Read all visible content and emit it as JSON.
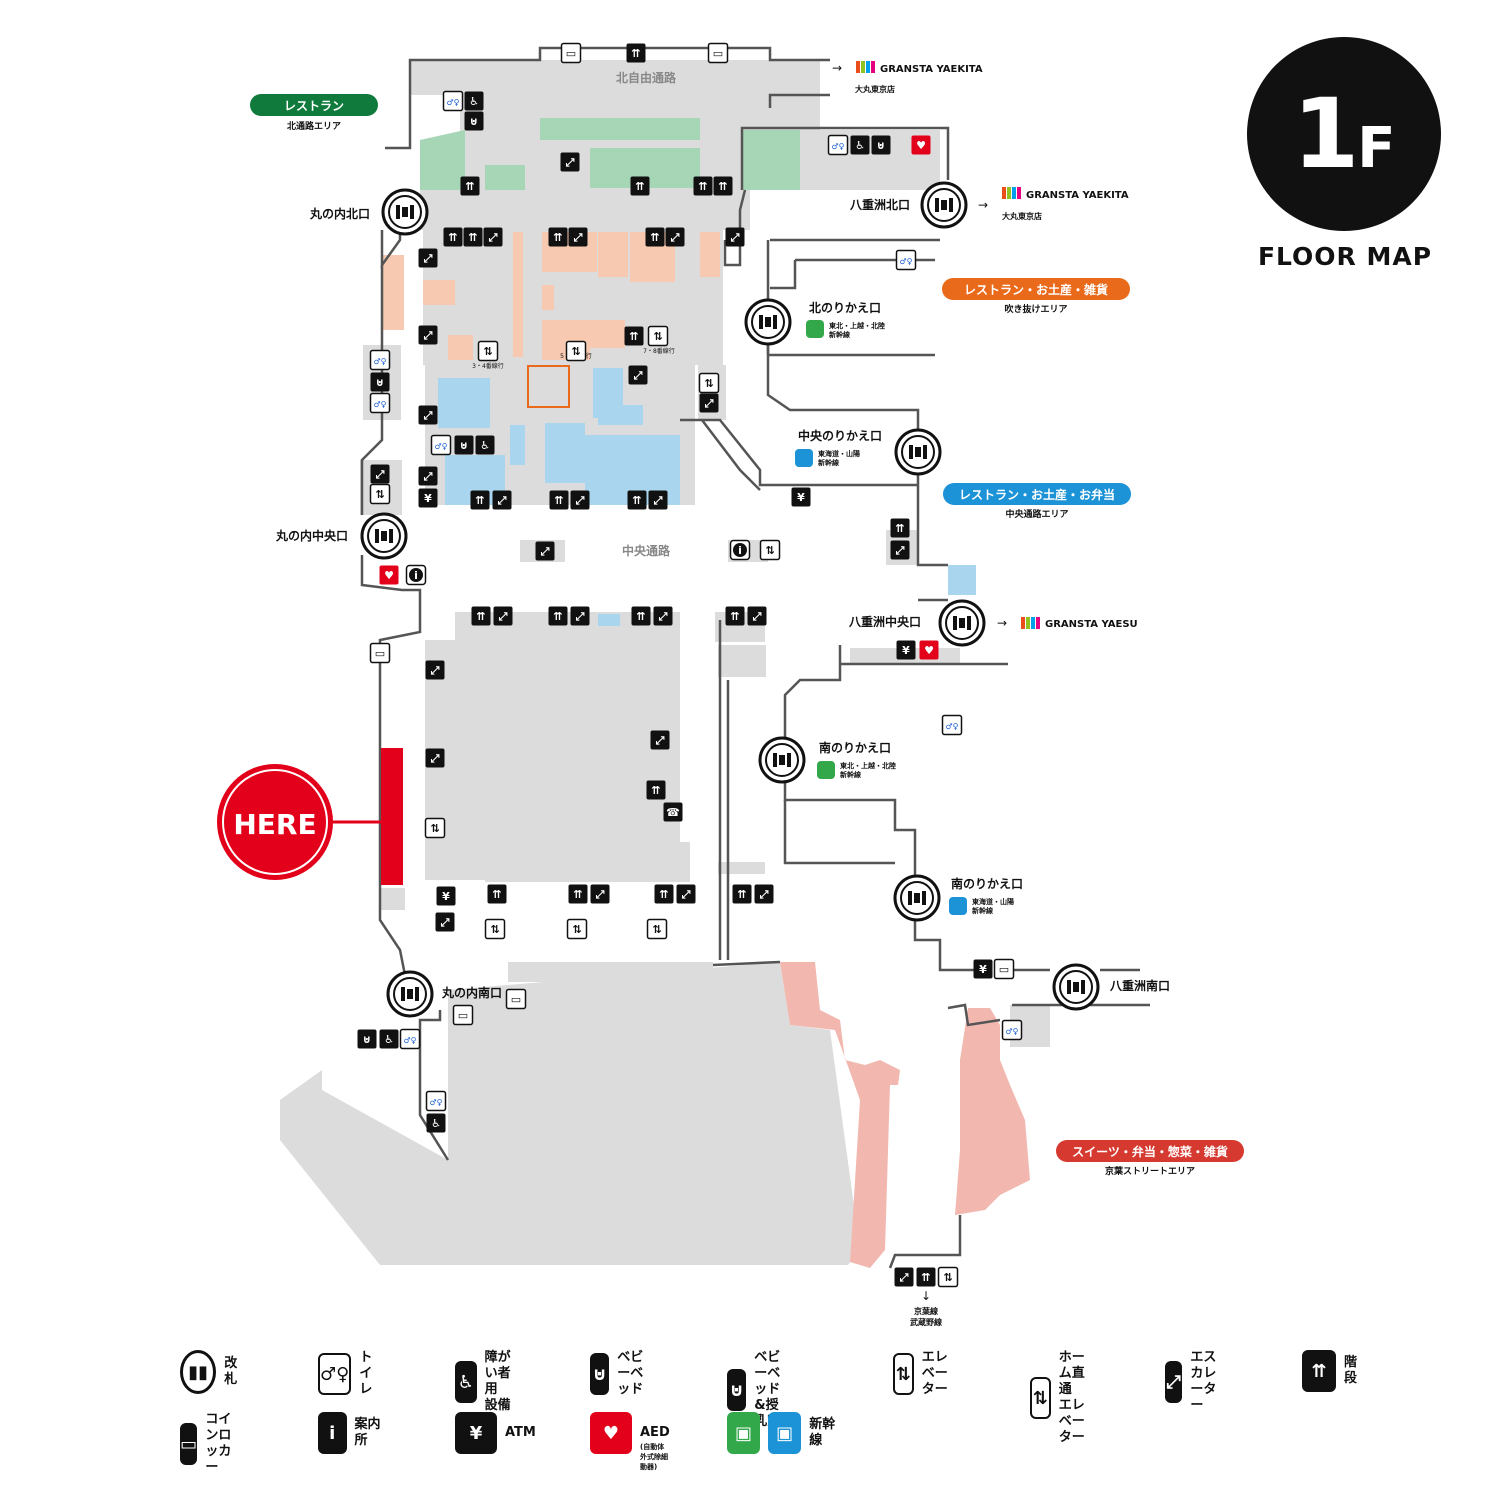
{
  "floor": {
    "number": "1",
    "unit": "F",
    "title": "FLOOR MAP"
  },
  "here": "HERE",
  "corridors": {
    "north": "北自由通路",
    "central": "中央通路"
  },
  "gates": {
    "marunouchi_north": "丸の内北口",
    "marunouchi_central": "丸の内中央口",
    "marunouchi_south": "丸の内南口",
    "yaesu_north": "八重洲北口",
    "yaesu_central": "八重洲中央口",
    "yaesu_south": "八重洲南口",
    "north_transfer": "北のりかえ口",
    "central_transfer": "中央のりかえ口",
    "south_transfer_1": "南のりかえ口",
    "south_transfer_2": "南のりかえ口"
  },
  "shinkansen": {
    "north_transfer": [
      "東北・上越・北陸",
      "新幹線"
    ],
    "central_transfer": [
      "東海道・山陽",
      "新幹線"
    ],
    "south_transfer_1": [
      "東北・上越・北陸",
      "新幹線"
    ],
    "south_transfer_2": [
      "東海道・山陽",
      "新幹線"
    ]
  },
  "external": {
    "granstay_yaekita_1": "GRANSTA YAEKITA",
    "daimaru_1": "大丸東京店",
    "granstay_yaekita_2": "GRANSTA YAEKITA",
    "daimaru_2": "大丸東京店",
    "granstay_yaesu": "GRANSTA YAESU",
    "keiyo": [
      "京葉線",
      "武蔵野線"
    ]
  },
  "areas": [
    {
      "label": "レストラン",
      "sub": "北通路エリア",
      "color": "#0f7a3c"
    },
    {
      "label": "レストラン・お土産・雑貨",
      "sub": "吹き抜けエリア",
      "color": "#ea6a1b"
    },
    {
      "label": "レストラン・お土産・お弁当",
      "sub": "中央通路エリア",
      "color": "#1c93d6"
    },
    {
      "label": "スイーツ・弁当・惣菜・雑貨",
      "sub": "京葉ストリートエリア",
      "color": "#d6392f"
    }
  ],
  "platform_elevators": [
    "3・4番線行",
    "5・6番線行",
    "7・8番線行"
  ],
  "legend": [
    {
      "icon": "ticket-gate-icon",
      "label": "改札"
    },
    {
      "icon": "toilet-icon",
      "label": "トイレ"
    },
    {
      "icon": "accessible-icon",
      "label": "障がい者用\n設備"
    },
    {
      "icon": "baby-bed-icon",
      "label": "ベビーベッド"
    },
    {
      "icon": "nursing-room-icon",
      "label": "ベビーベッド\n&授乳室"
    },
    {
      "icon": "elevator-icon",
      "label": "エレベーター"
    },
    {
      "icon": "platform-elevator-icon",
      "label": "ホーム直通\nエレベーター"
    },
    {
      "icon": "escalator-icon",
      "label": "エスカレーター"
    },
    {
      "icon": "stairs-icon",
      "label": "階段"
    },
    {
      "icon": "coin-locker-icon",
      "label": "コインロッカー"
    },
    {
      "icon": "info-icon",
      "label": "案内所"
    },
    {
      "icon": "atm-icon",
      "label": "ATM"
    },
    {
      "icon": "aed-icon",
      "label": "AED",
      "note": "(自動体外式除細動器)"
    },
    {
      "icon": "shinkansen-icon",
      "label": "新幹線"
    }
  ],
  "colors": {
    "corridor": "#dcdcdc",
    "shop_pink": "#f6c9b0",
    "shop_blue": "#a9d6ee",
    "shop_green": "#a6d6b6",
    "shop_red": "#f2b8b0",
    "here": "#e2001a",
    "line": "#555555"
  }
}
